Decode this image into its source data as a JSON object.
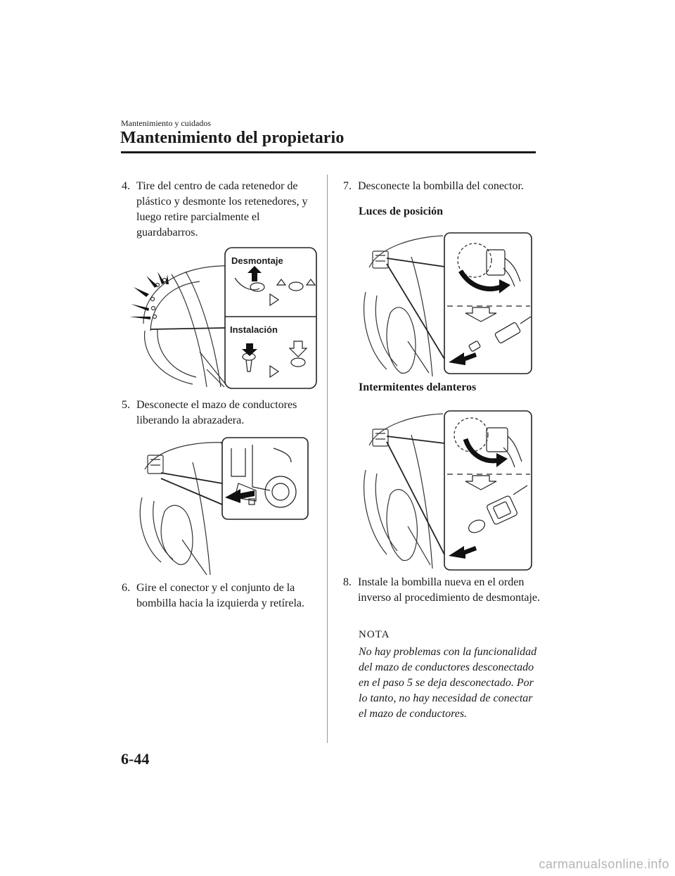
{
  "header": {
    "section": "Mantenimiento y cuidados",
    "title": "Mantenimiento del propietario"
  },
  "steps": [
    {
      "num": "4.",
      "text": "Tire del centro de cada retenedor de plástico y desmonte los retenedores, y luego retire parcialmente el guardabarros."
    },
    {
      "num": "5.",
      "text": "Desconecte el mazo de conductores liberando la abrazadera."
    },
    {
      "num": "6.",
      "text": "Gire el conector y el conjunto de la bombilla hacia la izquierda y retírela."
    },
    {
      "num": "7.",
      "text": "Desconecte la bombilla del conector."
    },
    {
      "num": "8.",
      "text": "Instale la bombilla nueva en el orden inverso al procedimiento de desmontaje."
    }
  ],
  "figures": {
    "fig1": {
      "label_top": "Desmontaje",
      "label_bottom": "Instalación"
    }
  },
  "subheadings": {
    "position_lights": "Luces de posición",
    "front_turn": "Intermitentes delanteros"
  },
  "note": {
    "title": "NOTA",
    "body": "No hay problemas con la funcionalidad del mazo de conductores desconectado en el paso 5 se deja desconectado. Por lo tanto, no hay necesidad de conectar el mazo de conductores."
  },
  "footer": {
    "page_number": "6-44",
    "watermark": "carmanualsonline.info"
  }
}
